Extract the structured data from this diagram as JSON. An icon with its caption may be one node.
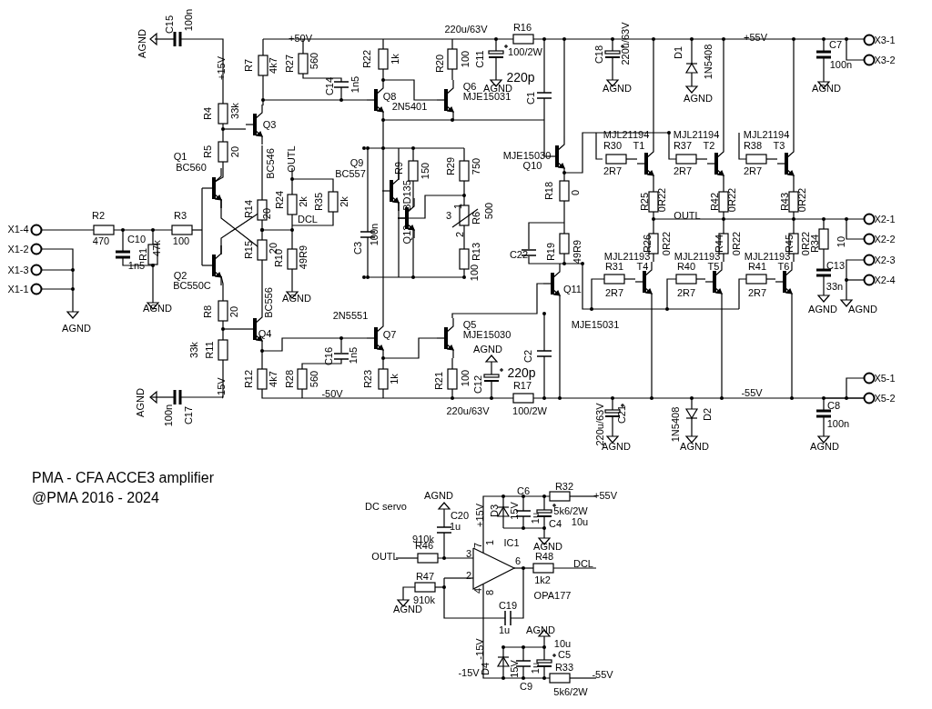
{
  "diagram": {
    "title": "PMA - CFA ACCE3 amplifier",
    "caption": "@PMA 2016 - 2024",
    "labels": [
      "AGND",
      "C15",
      "100n",
      "+15V",
      "+50V",
      "R7",
      "4k7",
      "R27",
      "560",
      "220u/63V",
      "R16",
      "100/2W",
      "220u/63V",
      "C18",
      "D1",
      "1N5408",
      "+55V",
      "C7",
      "X3-1",
      "R22",
      "1k",
      "R20",
      "100",
      "C11",
      "X3-2",
      "100n",
      "220p",
      "C14",
      "1n5",
      "Q6",
      "AGND",
      "AGND",
      "AGND",
      "Q8",
      "MJE15031",
      "C1",
      "AGND",
      "2N5401",
      "R4",
      "33k",
      "Q3",
      "MJL21194",
      "MJL21194",
      "MJL21194",
      "R30",
      "T1",
      "R37",
      "T2",
      "R38",
      "T3",
      "R5",
      "20",
      "Q1",
      "MJE15030",
      "BC546",
      "OUTL",
      "BC560",
      "Q10",
      "R9",
      "150",
      "R29",
      "750",
      "2R7",
      "2R7",
      "2R7",
      "Q9",
      "BC557",
      "R18",
      "0",
      "BD135",
      "R24",
      "2k",
      "R35",
      "2k",
      "R25",
      "0R22",
      "R42",
      "0R22",
      "R43",
      "0R22",
      "1",
      "R14",
      "20",
      "R6",
      "500",
      "R2",
      "R3",
      "3",
      "OUTL",
      "X2-1",
      "X1-4",
      "DCL",
      "100n",
      "Q12",
      "2",
      "X1-2",
      "470",
      "C10",
      "R1",
      "47k",
      "100",
      "R15",
      "20",
      "R10",
      "49R9",
      "C3",
      "R13",
      "C22",
      "R19",
      "49R9",
      "MJL21193",
      "R26",
      "0R22",
      "MJL21193",
      "R44",
      "0R22",
      "MJL21193",
      "R45",
      "0R22",
      "R34",
      "10",
      "X2-2",
      "X2-3",
      "X1-3",
      "1n5",
      "100",
      "R31",
      "T4",
      "R40",
      "T5",
      "R41",
      "T6",
      "C13",
      "X1-1",
      "Q2",
      "BC550C",
      "Q11",
      "33n",
      "X2-4",
      "2R7",
      "2R7",
      "2R7",
      "AGND",
      "BC556",
      "AGND",
      "AGND",
      "AGND",
      "R8",
      "20",
      "2N5551",
      "Q5",
      "MJE15031",
      "AGND",
      "Q4",
      "Q7",
      "MJE15030",
      "33k",
      "R11",
      "C16",
      "1n5",
      "AGND",
      "C2",
      "220p",
      "-15V",
      "R12",
      "4k7",
      "R28",
      "560",
      "-50V",
      "R23",
      "1k",
      "R21",
      "100",
      "C12",
      "R17",
      "-55V",
      "X5-1",
      "X5-2",
      "C8",
      "AGND",
      "220u/63V",
      "100/2W",
      "C21",
      "D2",
      "100n",
      "C17",
      "220u/63V",
      "1N5408",
      "100n",
      "AGND",
      "AGND",
      "AGND",
      "AGND",
      "C6",
      "R32",
      "+55V",
      "DC servo",
      "1u",
      "C20",
      "+15V",
      "D3",
      "15V",
      "1u",
      "C4",
      "5k6/2W",
      "10u",
      "OUTL",
      "910k",
      "R46",
      "3",
      "7",
      "1",
      "IC1",
      "6",
      "R48",
      "AGND",
      "DCL",
      "R47",
      "2",
      "1k2",
      "AGND",
      "910k",
      "4",
      "8",
      "C19",
      "OPA177",
      "1u",
      "AGND",
      "-15V",
      "10u",
      "C5",
      "-15V",
      "D4",
      "15V",
      "1u",
      "R33",
      "-55V",
      "C9",
      "5k6/2W"
    ]
  }
}
